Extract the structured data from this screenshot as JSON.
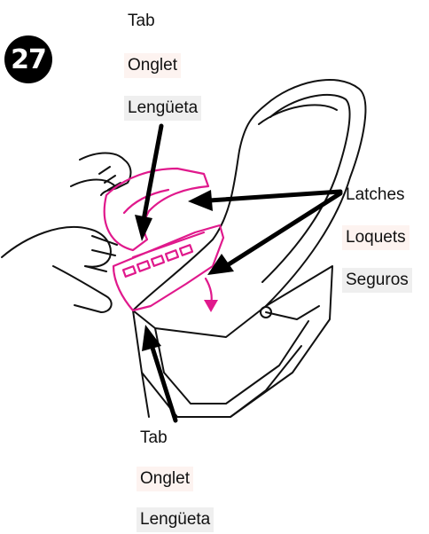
{
  "step": {
    "number": "27"
  },
  "labels": {
    "top": {
      "en": "Tab",
      "fr": "Onglet",
      "es": "Lengüeta"
    },
    "right": {
      "en": "Latches",
      "fr": "Loquets",
      "es": "Seguros"
    },
    "bottom": {
      "en": "Tab",
      "fr": "Onglet",
      "es": "Lengüeta"
    }
  },
  "colors": {
    "accent": "#e0198c",
    "line": "#111111",
    "label_fr_bg": "#fdf3f0",
    "label_es_bg": "#efefef"
  }
}
